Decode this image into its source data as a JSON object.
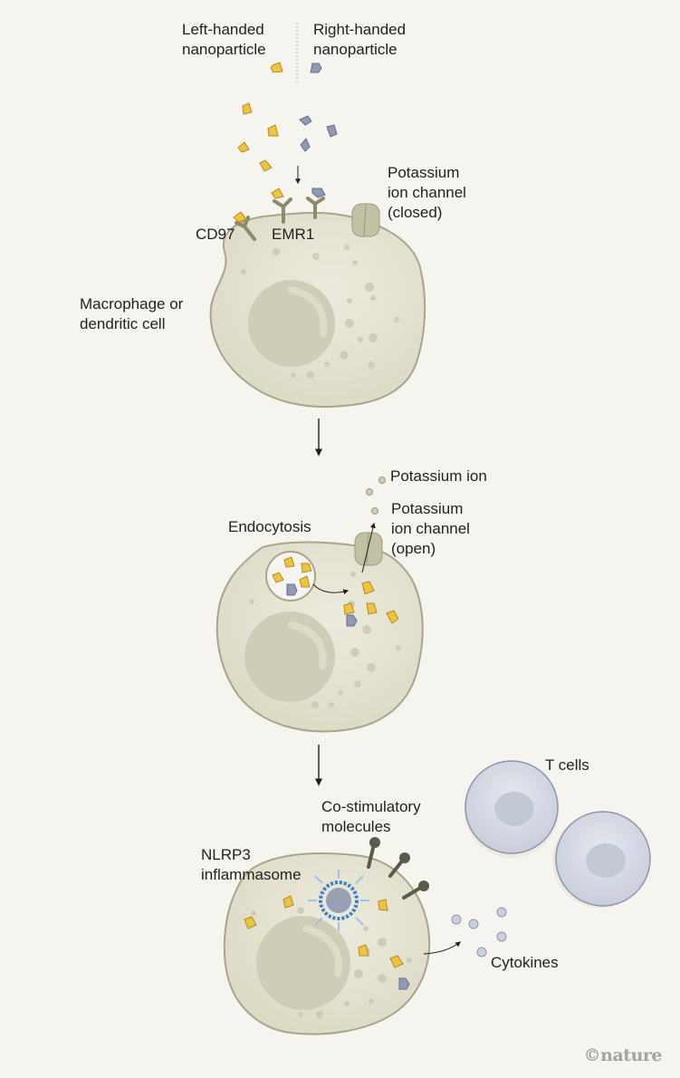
{
  "legend": {
    "left_label": "Left-handed\nnanoparticle",
    "right_label": "Right-handed\nnanoparticle",
    "left_color": "#eec342",
    "right_color": "#8f9ab4"
  },
  "panel1": {
    "cd97": "CD97",
    "emr1": "EMR1",
    "channel_closed": "Potassium\nion channel\n(closed)",
    "cell": "Macrophage or\ndendritic cell"
  },
  "panel2": {
    "potassium_ion": "Potassium ion",
    "channel_open": "Potassium\nion channel\n(open)",
    "endocytosis": "Endocytosis"
  },
  "panel3": {
    "t_cells": "T cells",
    "costim": "Co-stimulatory\nmolecules",
    "nlrp3": "NLRP3\ninflammasome",
    "cytokines": "Cytokines"
  },
  "colors": {
    "background": "#f5f4ee",
    "cell_fill": "#e4e2d2",
    "cell_edge": "#a8a68a",
    "nucleus": "#cfccb8",
    "t_cell": "#d5d8e3",
    "t_cell_edge": "#8e96ac",
    "inflammasome": "#3b82c4"
  },
  "credit": "©nature"
}
